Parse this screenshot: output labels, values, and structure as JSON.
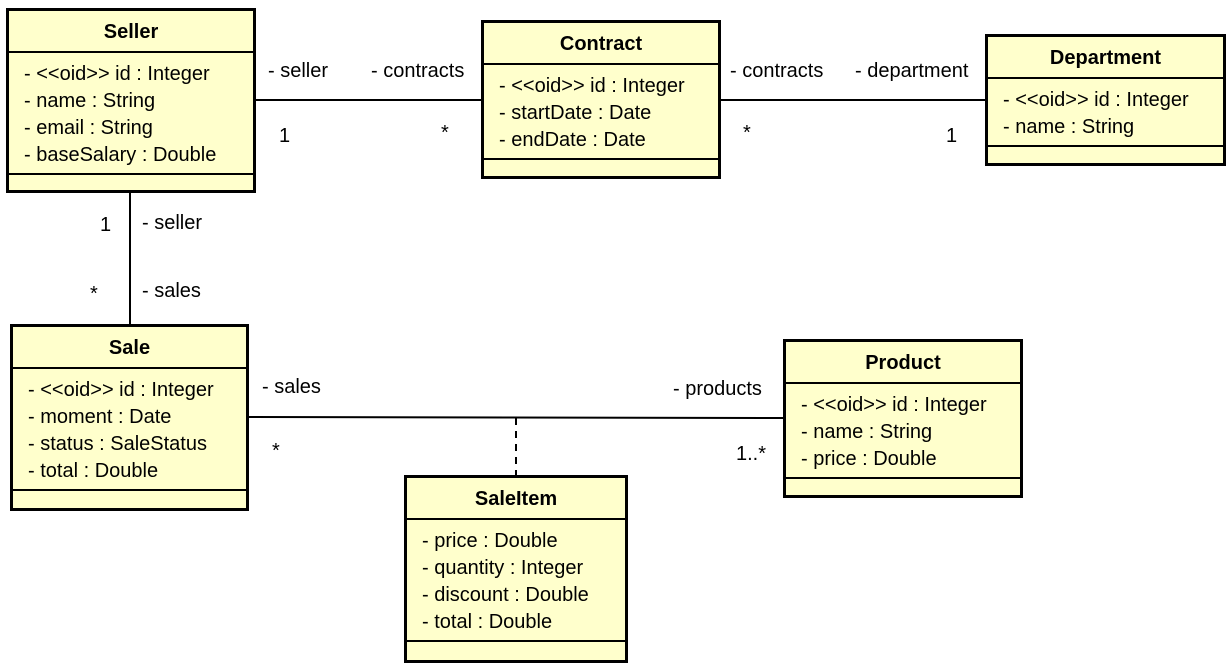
{
  "classes": {
    "seller": {
      "name": "Seller",
      "attributes": [
        "- <<oid>> id : Integer",
        "- name : String",
        "- email : String",
        "- baseSalary : Double"
      ]
    },
    "contract": {
      "name": "Contract",
      "attributes": [
        "- <<oid>> id : Integer",
        "- startDate : Date",
        "- endDate : Date"
      ]
    },
    "department": {
      "name": "Department",
      "attributes": [
        "- <<oid>> id : Integer",
        "- name : String"
      ]
    },
    "sale": {
      "name": "Sale",
      "attributes": [
        "- <<oid>> id : Integer",
        "- moment : Date",
        "- status : SaleStatus",
        "- total : Double"
      ]
    },
    "product": {
      "name": "Product",
      "attributes": [
        "- <<oid>> id : Integer",
        "- name : String",
        "- price : Double"
      ]
    },
    "saleitem": {
      "name": "SaleItem",
      "attributes": [
        "- price : Double",
        "- quantity : Integer",
        "- discount : Double",
        "- total : Double"
      ]
    }
  },
  "associations": {
    "seller_contract": {
      "role_seller": "- seller",
      "role_contracts": "- contracts",
      "mult_seller": "1",
      "mult_contracts": "*"
    },
    "contract_department": {
      "role_contracts": "- contracts",
      "role_department": "- department",
      "mult_contracts": "*",
      "mult_department": "1"
    },
    "seller_sale": {
      "role_seller": "- seller",
      "role_sales": "- sales",
      "mult_seller": "1",
      "mult_sales": "*"
    },
    "sale_product": {
      "role_sales": "- sales",
      "role_products": "- products",
      "mult_sales": "*",
      "mult_products": "1..*"
    }
  }
}
